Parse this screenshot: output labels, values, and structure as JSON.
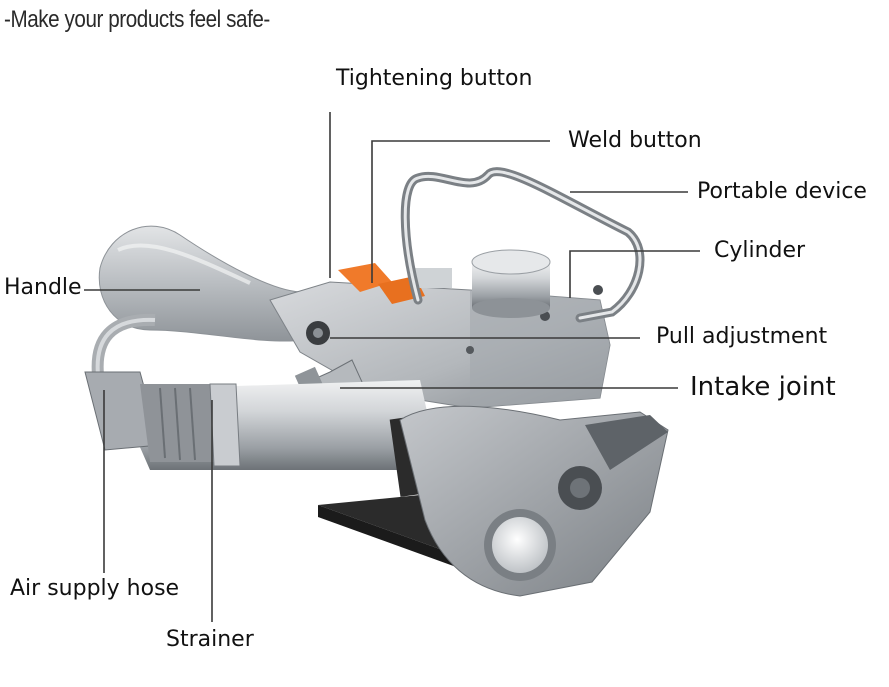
{
  "tagline": "-Make your products feel safe-",
  "labels": {
    "tightening_button": "Tightening button",
    "weld_button": "Weld button",
    "portable_device": "Portable device",
    "cylinder": "Cylinder",
    "handle": "Handle",
    "pull_adjustment": "Pull adjustment",
    "intake_joint": "Intake joint",
    "air_supply_hose": "Air supply hose",
    "strainer": "Strainer"
  },
  "colors": {
    "metal_light": "#c9ccd0",
    "metal_mid": "#9ea3a8",
    "metal_dark": "#5e6368",
    "accent_orange": "#f07a2a",
    "base_black": "#2b2b2b"
  }
}
